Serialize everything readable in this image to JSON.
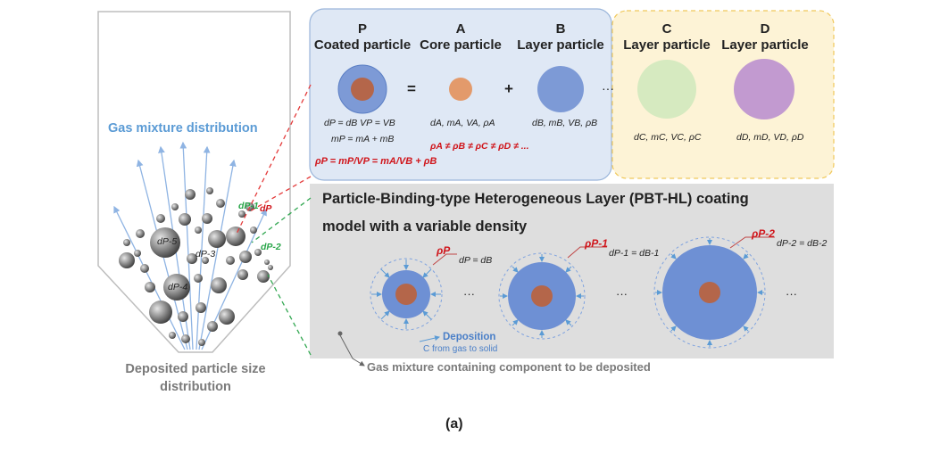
{
  "left": {
    "gas_label": "Gas mixture distribution",
    "dist_line1": "Deposited particle size",
    "dist_line2": "distribution",
    "labels": [
      "dP-5",
      "dP-3",
      "dP-4",
      "dP-1",
      "dP",
      "dP-2"
    ]
  },
  "top": {
    "P": {
      "letter": "P",
      "name": "Coated particle"
    },
    "A": {
      "letter": "A",
      "name": "Core particle"
    },
    "B": {
      "letter": "B",
      "name": "Layer particle"
    },
    "C": {
      "letter": "C",
      "name": "Layer particle"
    },
    "D": {
      "letter": "D",
      "name": "Layer particle"
    },
    "eq_sign": "=",
    "plus_sign": "+",
    "ellipsis": "···",
    "p_rel1": "dP = dB  VP = VB",
    "p_rel2": "mP = mA + mB",
    "a_props": "dA, mA, VA, ρA",
    "b_props": "dB, mB, VB, ρB",
    "c_props": "dC, mC, VC, ρC",
    "d_props": "dD, mD, VD, ρD",
    "density_ineq": "ρA ≠ ρB ≠ ρC ≠ ρD ≠ ...",
    "rho_formula": "ρP = mP/VP = mA/VB + ρB"
  },
  "bottom": {
    "title1": "Particle-Binding-type Heterogeneous Layer (PBT-HL) coating",
    "title2": "model with a variable density",
    "rho1": "ρP",
    "rho2": "ρP-1",
    "rho3": "ρP-2",
    "eq1": "dP = dB",
    "eq2": "dP-1 = dB-1",
    "eq3": "dP-2 = dB-2",
    "dots": "···",
    "deposition": "Deposition",
    "deposition_sub": "C from gas to solid",
    "gas_caption": "Gas mixture containing component to be deposited"
  },
  "figure_label": "(a)",
  "colors": {
    "blue_fill": "#7d9ad6",
    "core": "#b4664a",
    "orange": "#e39a6b",
    "green": "#d6eac0",
    "purple": "#c29ad0",
    "panel_blue": "#dfe8f5",
    "panel_yellow": "#fdf3d6",
    "panel_grey": "#dedede"
  }
}
